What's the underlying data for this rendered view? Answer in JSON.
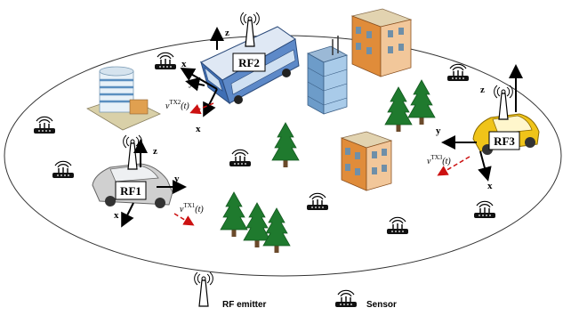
{
  "emitters": [
    {
      "id": "rf1",
      "label": "RF1",
      "vehicle": "car",
      "velocity": "v^{TX1}(t)",
      "vel_main": "v",
      "vel_sup": "TX1",
      "vel_arg": "(t)"
    },
    {
      "id": "rf2",
      "label": "RF2",
      "vehicle": "bus",
      "velocity": "v^{TX2}(t)",
      "vel_main": "v",
      "vel_sup": "TX2",
      "vel_arg": "(t)"
    },
    {
      "id": "rf3",
      "label": "RF3",
      "vehicle": "car",
      "velocity": "v^{TX3}(t)",
      "vel_main": "v",
      "vel_sup": "TX3",
      "vel_arg": "(t)"
    }
  ],
  "axes": {
    "x": "x",
    "y": "y",
    "z": "z"
  },
  "legend": {
    "emitter_label": "RF emitter",
    "sensor_label": "Sensor"
  },
  "icons": {
    "emitter": "antenna-icon",
    "sensor": "sensor-router-icon",
    "tree": "pine-tree-icon",
    "building": "building-icon"
  },
  "colors": {
    "velocity_arrow": "#cc1111",
    "axis_arrow": "#000000",
    "ellipse": "#333333",
    "tree": "#1f7a2e",
    "bus": "#3f6fb5",
    "car_rf1": "#c9c9c9",
    "car_rf3": "#f0c419"
  }
}
